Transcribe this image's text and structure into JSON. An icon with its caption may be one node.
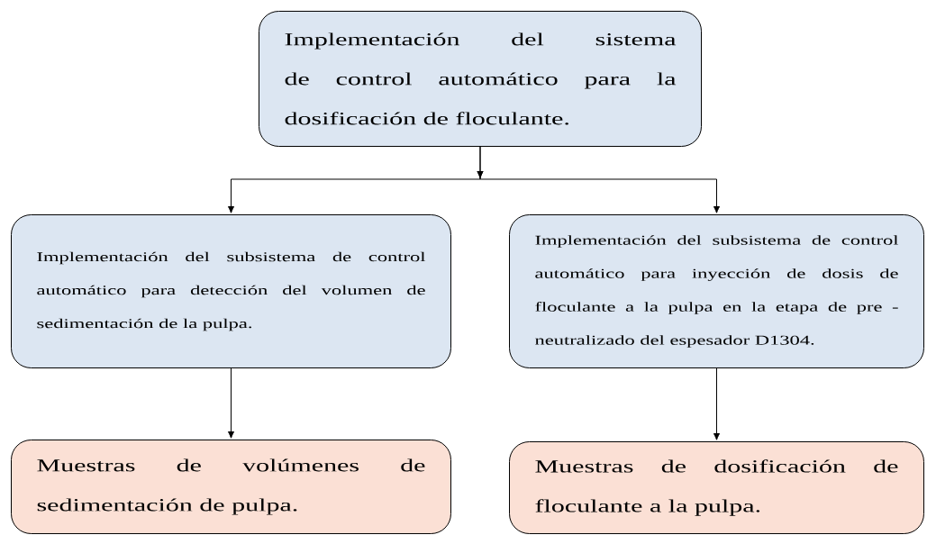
{
  "diagram": {
    "nodes": [
      {
        "text": [
          "Implementación del sistema de control automático para la dosificación de floculante."
        ]
      },
      {
        "text": [
          "Implementación del subsistema de control automático para detección del volumen de sedimentación de la pulpa."
        ]
      },
      {
        "text": [
          "Implementación del subsistema de control automático para inyección de dosis de floculante a la pulpa en la etapa de pre - neutralizado del espesador D1304."
        ]
      },
      {
        "text": [
          "Muestras de volúmenes de sedimentación de pulpa."
        ]
      },
      {
        "text": [
          "Muestras de dosificación de floculante a la pulpa."
        ]
      }
    ],
    "edges": [
      {
        "from": 0,
        "to": 1,
        "arrow": "to"
      },
      {
        "from": 0,
        "to": 2,
        "arrow": "to"
      },
      {
        "from": 1,
        "to": 3,
        "arrow": "to"
      },
      {
        "from": 2,
        "to": 4,
        "arrow": "to"
      }
    ]
  }
}
